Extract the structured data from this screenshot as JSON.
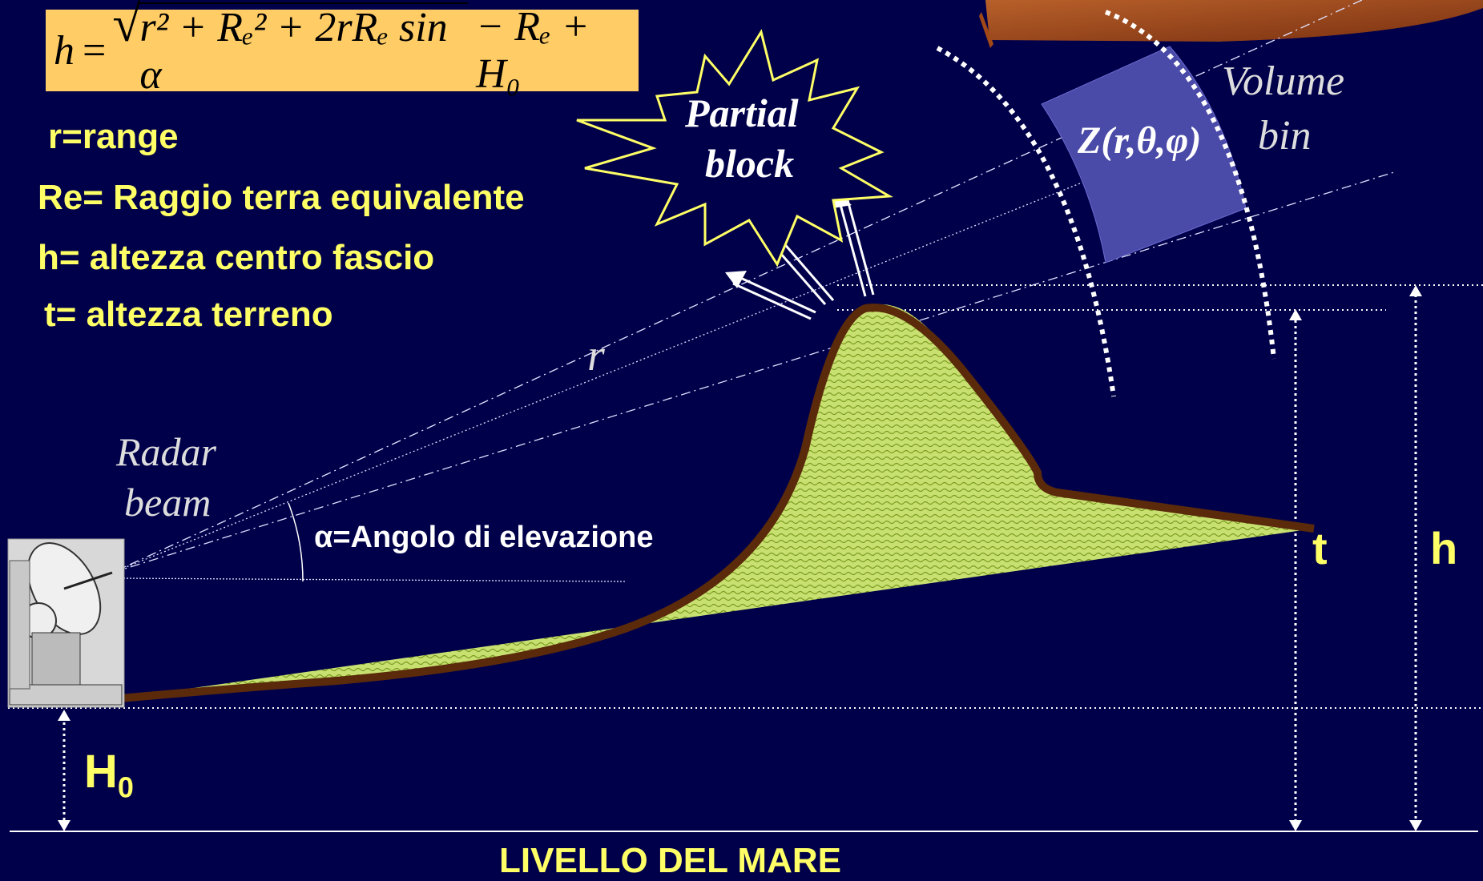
{
  "formula": {
    "lhs": "h",
    "eq": "=",
    "radicand": "r² + Rₑ² + 2rRₑ sin α",
    "tail": "− Rₑ + H₀"
  },
  "legend": {
    "r": "r=range",
    "re": "Re= Raggio terra equivalente",
    "h": "h= altezza centro fascio",
    "t": "t= altezza terreno"
  },
  "burst": {
    "line1": "Partial",
    "line2": "block"
  },
  "volume_bin": {
    "line1": "Volume",
    "line2": "bin",
    "z": "Z(r,θ,φ)"
  },
  "radar_beam": {
    "line1": "Radar",
    "line2": "beam"
  },
  "range_label": "r",
  "alpha_label": "α=Angolo di elevazione",
  "t_label": "t",
  "h_label": "h",
  "h0_label": {
    "main": "H",
    "sub": "0"
  },
  "sea_level": "LIVELLO DEL MARE",
  "colors": {
    "background": "#00004a",
    "text_yellow": "#ffff66",
    "formula_bg": "#ffcc66",
    "terrain_fill": "#c8e070",
    "terrain_outline": "#5a2a0a",
    "volume_bin_fill": "#4a4aa8"
  }
}
